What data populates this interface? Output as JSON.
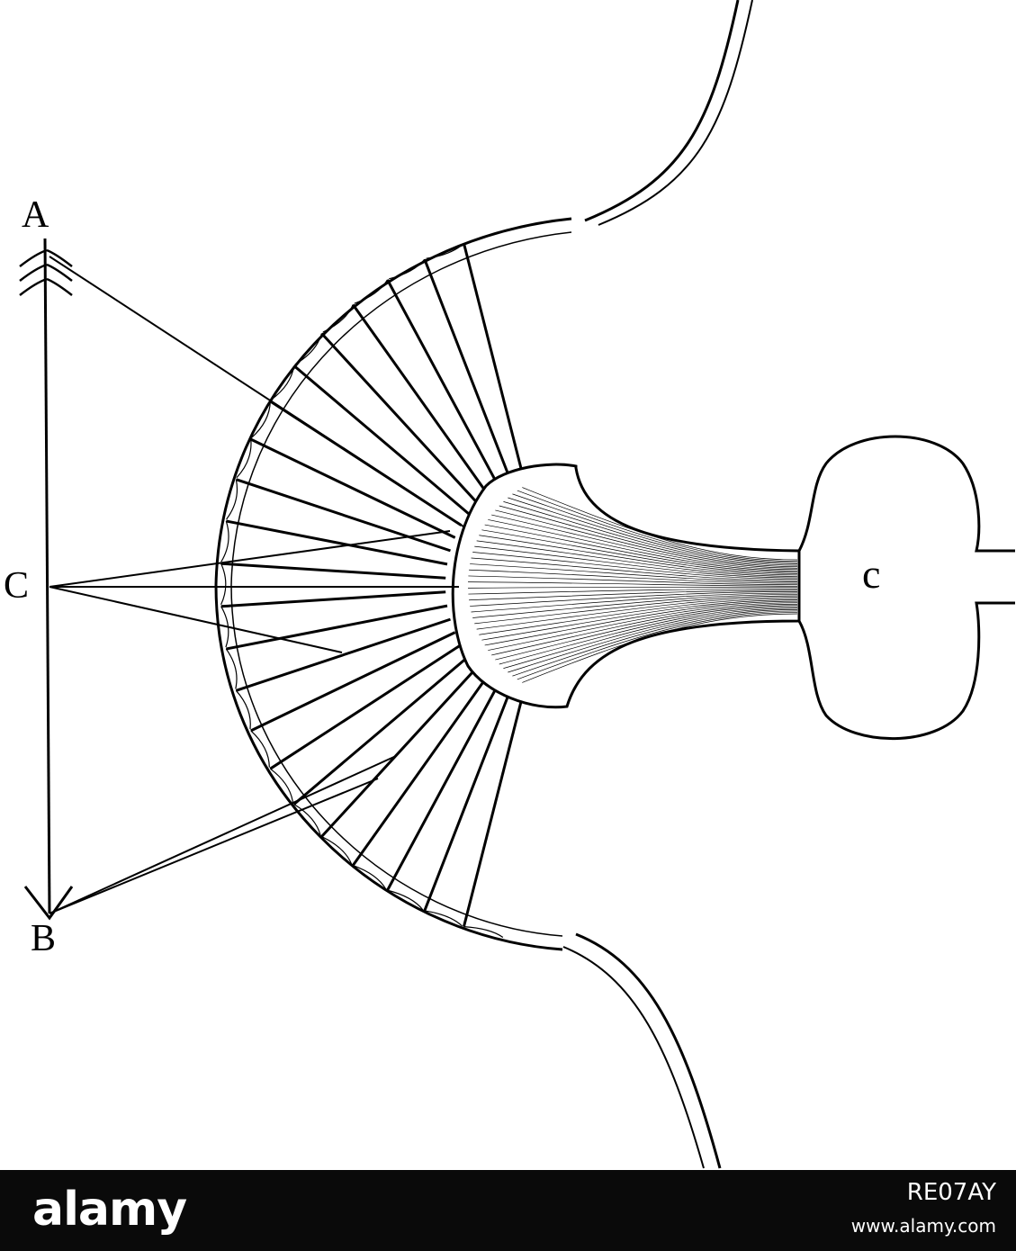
{
  "figure": {
    "labels": {
      "top": "A",
      "middle": "C",
      "bottom": "B",
      "right": "c"
    }
  },
  "watermark": {
    "logo": "alamy",
    "image_code": "RE07AY",
    "site": "www.alamy.com"
  },
  "colors": {
    "ink": "#000000",
    "paper": "#ffffff",
    "banner": "#0a0a0a"
  }
}
